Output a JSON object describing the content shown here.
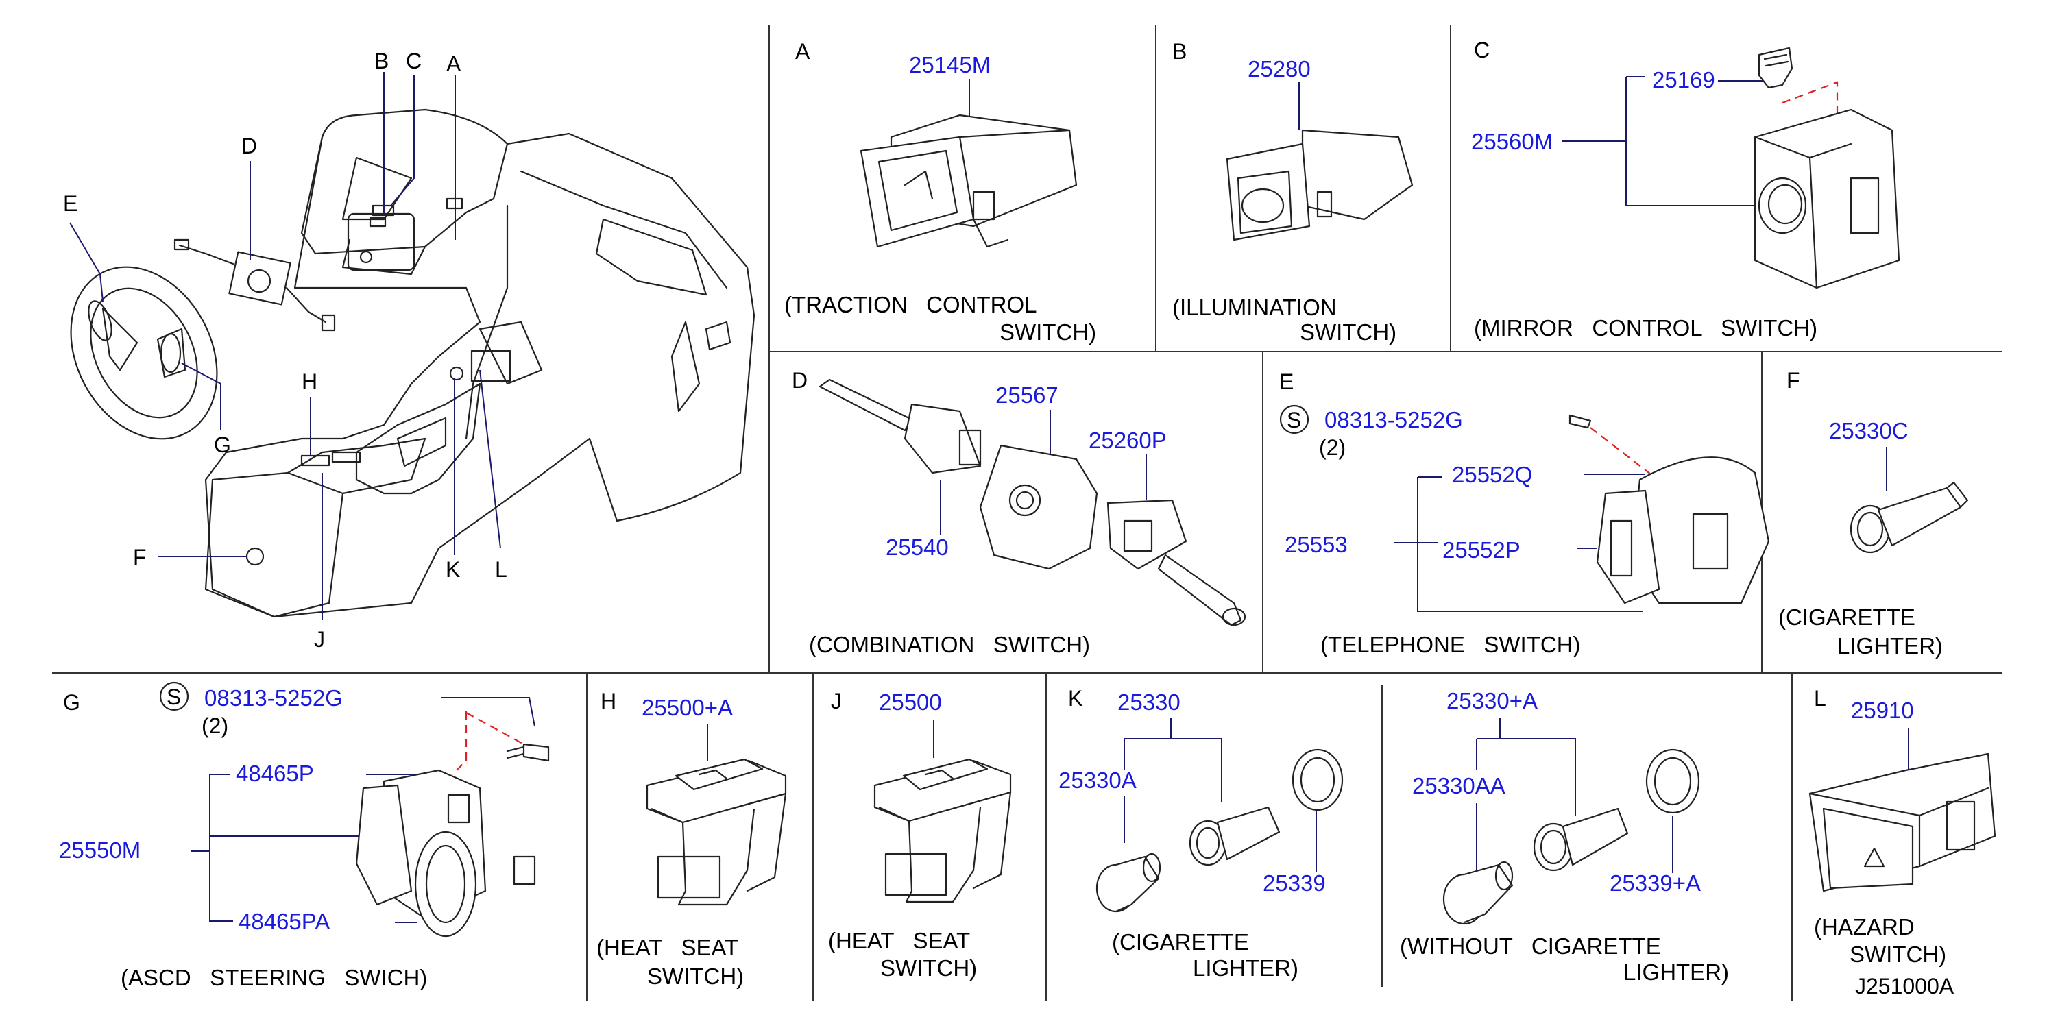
{
  "overview": {
    "labels": {
      "a": "A",
      "b": "B",
      "c": "C",
      "d": "D",
      "e": "E",
      "f": "F",
      "g": "G",
      "h": "H",
      "j": "J",
      "k": "K",
      "l": "L"
    }
  },
  "panels": {
    "a": {
      "letter": "A",
      "part": "25145M",
      "caption1": "(TRACTION   CONTROL",
      "caption2": "SWITCH)"
    },
    "b": {
      "letter": "B",
      "part": "25280",
      "caption1": "(ILLUMINATION",
      "caption2": "SWITCH)"
    },
    "c": {
      "letter": "C",
      "part1": "25169",
      "part2": "25560M",
      "caption1": "(MIRROR   CONTROL   SWITCH)"
    },
    "d": {
      "letter": "D",
      "part1": "25567",
      "part2": "25260P",
      "part3": "25540",
      "caption1": "(COMBINATION   SWITCH)"
    },
    "e": {
      "letter": "E",
      "screw_symbol": "S",
      "screw": "08313-5252G",
      "qty": "(2)",
      "part1": "25552Q",
      "part2": "25553",
      "part3": "25552P",
      "caption1": "(TELEPHONE   SWITCH)"
    },
    "f": {
      "letter": "F",
      "part": "25330C",
      "caption1": "(CIGARETTE",
      "caption2": "LIGHTER)"
    },
    "g": {
      "letter": "G",
      "screw_symbol": "S",
      "screw": "08313-5252G",
      "qty": "(2)",
      "part1": "48465P",
      "part2": "25550M",
      "part3": "48465PA",
      "caption1": "(ASCD   STEERING   SWICH)"
    },
    "h": {
      "letter": "H",
      "part": "25500+A",
      "caption1": "(HEAT   SEAT",
      "caption2": "SWITCH)"
    },
    "j": {
      "letter": "J",
      "part": "25500",
      "caption1": "(HEAT   SEAT",
      "caption2": "SWITCH)"
    },
    "k": {
      "letter": "K",
      "part1": "25330",
      "part2": "25330A",
      "part3": "25339",
      "part4": "25330+A",
      "part5": "25330AA",
      "part6": "25339+A",
      "caption1": "(CIGARETTE",
      "caption2": "LIGHTER)",
      "caption3": "(WITHOUT   CIGARETTE",
      "caption4": "LIGHTER)"
    },
    "l": {
      "letter": "L",
      "part": "25910",
      "caption1": "(HAZARD",
      "caption2": "SWITCH)",
      "code": "J251000A"
    }
  },
  "colors": {
    "part_number": "#1a1adc",
    "label": "#000000",
    "leader_dash": "#e02020"
  }
}
